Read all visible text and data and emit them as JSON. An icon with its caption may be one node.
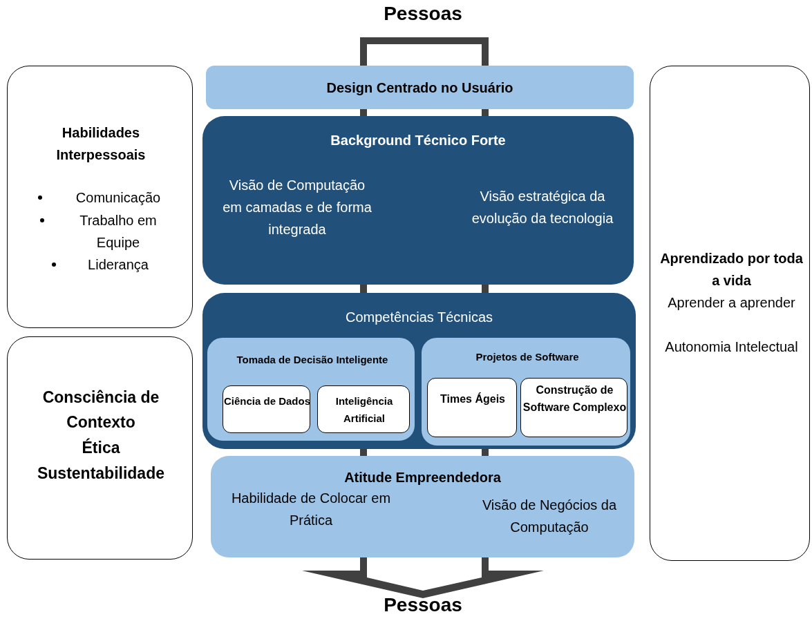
{
  "diagram": {
    "nodes": [
      {
        "text": [
          "Habilidades Interpessoais",
          "Comunicação",
          "Trabalho em Equipe",
          "Liderança"
        ]
      },
      {
        "text": [
          "Consciência de Contexto",
          "Ética",
          "Sustentabilidade"
        ]
      },
      {
        "text": [
          "Design Centrado no Usuário"
        ]
      },
      {
        "text": [
          "Background Técnico Forte",
          "Visão de Computação em camadas e de forma integrada",
          "Visão estratégica da evolução da tecnologia"
        ]
      },
      {
        "text": [
          "Competências Técnicas"
        ]
      },
      {
        "text": [
          "Tomada de Decisão Inteligente"
        ],
        "in": 4
      },
      {
        "text": [
          "Ciência de Dados"
        ],
        "in": 5
      },
      {
        "text": [
          "Inteligência Artificial"
        ],
        "in": 5
      },
      {
        "text": [
          "Projetos de Software"
        ],
        "in": 4
      },
      {
        "text": [
          "Times Ágeis"
        ],
        "in": 8
      },
      {
        "text": [
          "Construção de Software Complexo"
        ],
        "in": 8
      },
      {
        "text": [
          "Atitude Empreendedora",
          "Habilidade de Colocar em Prática",
          "Visão de Negócios da Computação"
        ]
      },
      {
        "text": [
          "Aprendizado por toda a vida",
          "Aprender a aprender",
          "Autonomia Intelectual"
        ]
      }
    ],
    "labels": [
      "Pessoas",
      "Pessoas"
    ]
  }
}
